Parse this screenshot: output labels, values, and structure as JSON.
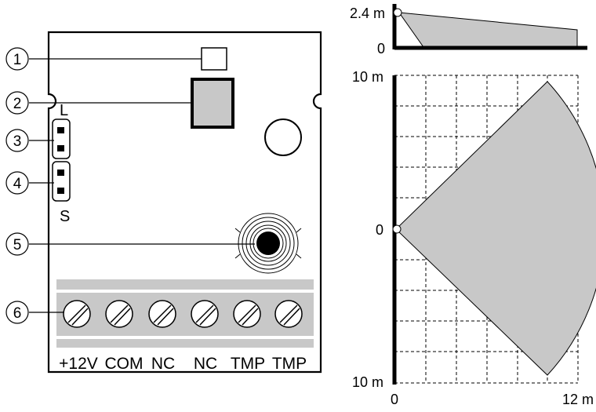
{
  "board": {
    "jumper_top_label": "L",
    "jumper_bottom_label": "S",
    "terminal_labels": [
      "+12V",
      "COM",
      "NC",
      "NC",
      "TMP",
      "TMP"
    ]
  },
  "callouts": [
    "1",
    "2",
    "3",
    "4",
    "5",
    "6"
  ],
  "side_view": {
    "height_label": "2.4 m",
    "zero_label": "0"
  },
  "top_view": {
    "y_top_label": "10 m",
    "y_mid_label": "0",
    "y_bottom_label": "10 m",
    "x_start_label": "0",
    "x_end_label": "12 m"
  },
  "colors": {
    "fill_gray": "#c8c8c8",
    "stroke": "#000000"
  }
}
